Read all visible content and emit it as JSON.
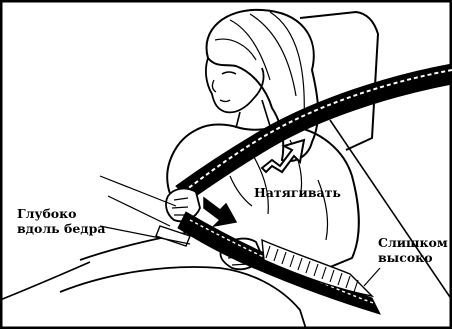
{
  "labels": {
    "tighten": "Натягивать",
    "hip_line1": "Глубоко",
    "hip_line2": "вдоль бедра",
    "high_line1": "Слишком",
    "high_line2": "высоко"
  },
  "colors": {
    "ink": "#000000",
    "paper": "#ffffff"
  }
}
